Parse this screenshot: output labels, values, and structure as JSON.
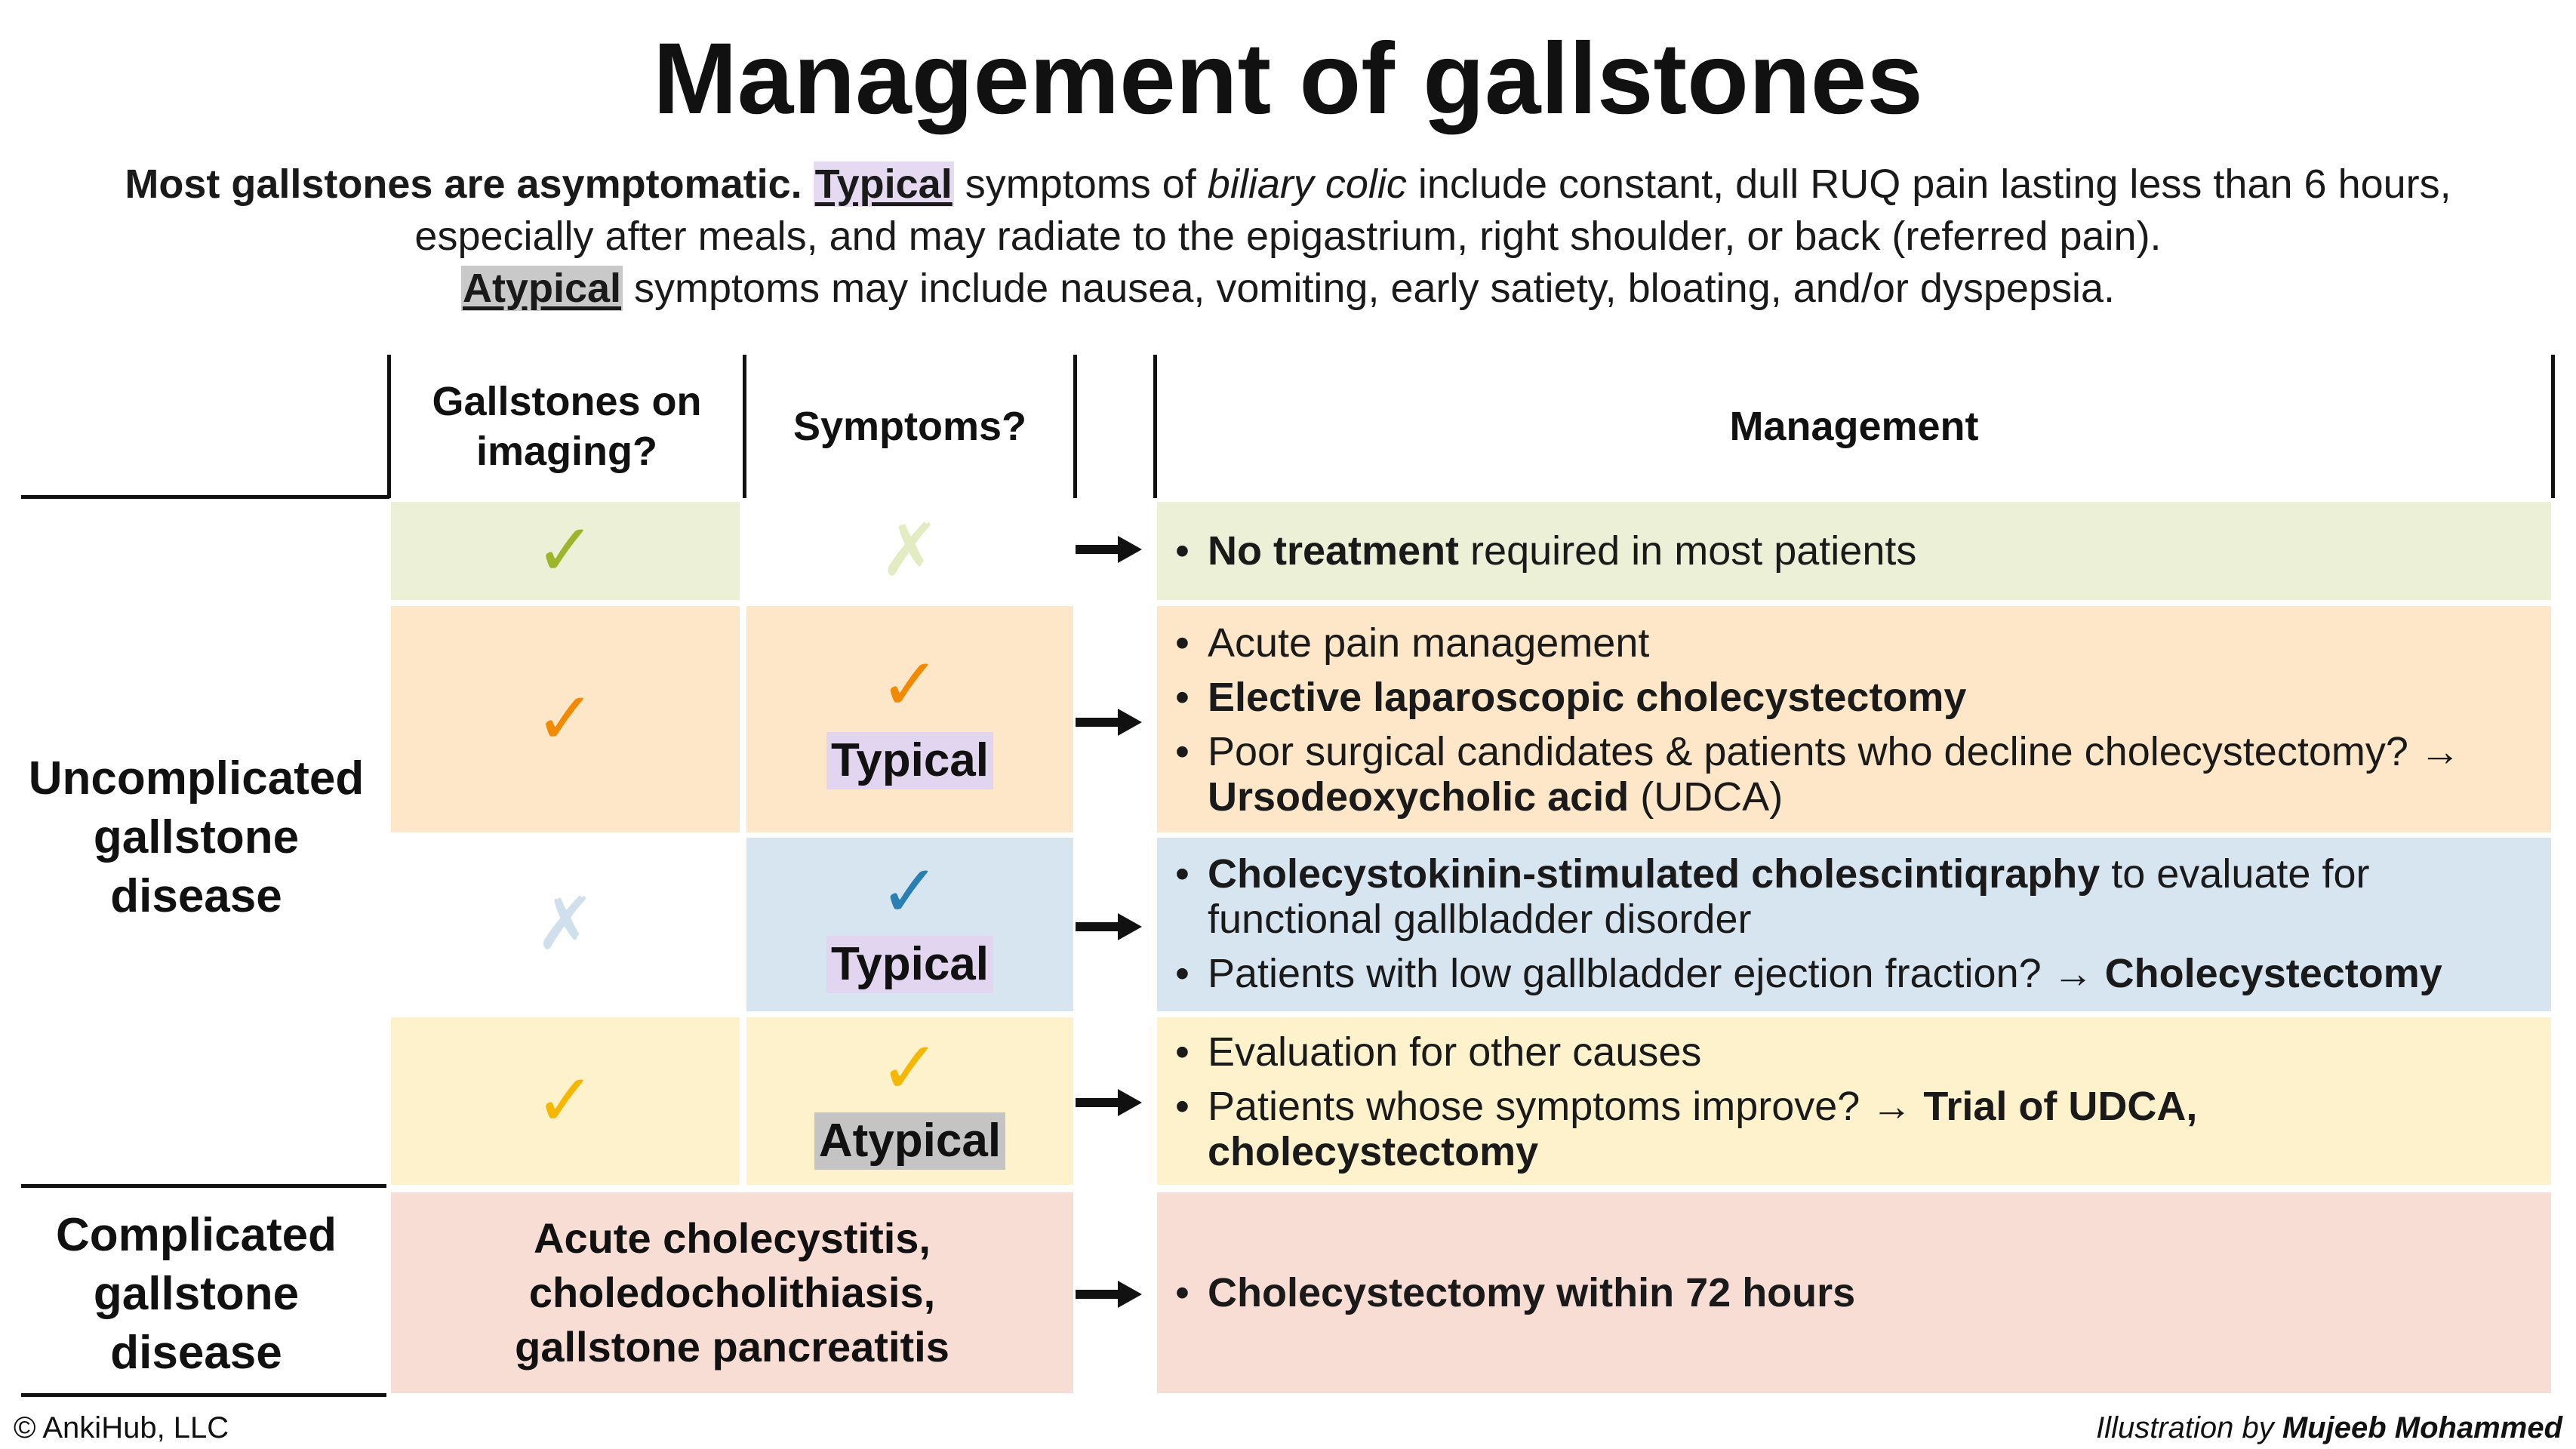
{
  "title": "Management of gallstones",
  "intro": {
    "lead": "Most gallstones are asymptomatic.",
    "typical": "Typical",
    "p1a": " symptoms of ",
    "biliary": "biliary colic",
    "p1b": " include constant, dull RUQ pain lasting less than 6 hours, especially after meals, and may radiate to the epigastrium, right shoulder, or back (referred pain).",
    "atypical": "Atypical",
    "p2": " symptoms may include nausea, vomiting, early satiety, bloating, and/or dyspepsia."
  },
  "headers": {
    "imaging": "Gallstones on imaging?",
    "symptoms": "Symptoms?",
    "management": "Management"
  },
  "glyphs": {
    "check": "✓",
    "cross": "✗"
  },
  "colors": {
    "green": "#9db52a",
    "green_light": "#e3ebc2",
    "orange": "#f28a00",
    "blue": "#2a7fb3",
    "blue_light": "#cfe0ec",
    "yellow": "#f5b700"
  },
  "row_labels": {
    "uncomplicated": "Uncomplicated gallstone disease",
    "complicated": "Complicated gallstone disease"
  },
  "rows": [
    {
      "imaging": "yes",
      "symptoms": "no",
      "management": [
        {
          "bold": "No treatment",
          "text": " required in most patients"
        }
      ]
    },
    {
      "imaging": "yes",
      "symptoms": "yes",
      "symptom_type": "Typical",
      "management": [
        {
          "text": "Acute pain management"
        },
        {
          "bold": "Elective laparoscopic cholecystectomy"
        },
        {
          "text": "Poor surgical candidates & patients who decline cholecystectomy? → ",
          "bold2": "Ursodeoxycholic acid",
          "text2": " (UDCA)"
        }
      ]
    },
    {
      "imaging": "no",
      "symptoms": "yes",
      "symptom_type": "Typical",
      "management": [
        {
          "bold": "Cholecystokinin-stimulated cholescintiqraphy",
          "text": " to evaluate for functional gallbladder disorder"
        },
        {
          "text": "Patients with low gallbladder ejection fraction? → ",
          "bold2": "Cholecystectomy"
        }
      ]
    },
    {
      "imaging": "yes",
      "symptoms": "yes",
      "symptom_type": "Atypical",
      "management": [
        {
          "text": "Evaluation for other causes"
        },
        {
          "text": "Patients whose symptoms improve? → ",
          "bold2": "Trial of UDCA, cholecystectomy"
        }
      ]
    },
    {
      "conditions": "Acute cholecystitis, choledocholithiasis, gallstone pancreatitis",
      "management": [
        {
          "bold": "Cholecystectomy within 72 hours"
        }
      ]
    }
  ],
  "footer": {
    "copyright": "© AnkiHub, LLC",
    "credit_prefix": "Illustration by ",
    "credit_name": "Mujeeb Mohammed"
  }
}
